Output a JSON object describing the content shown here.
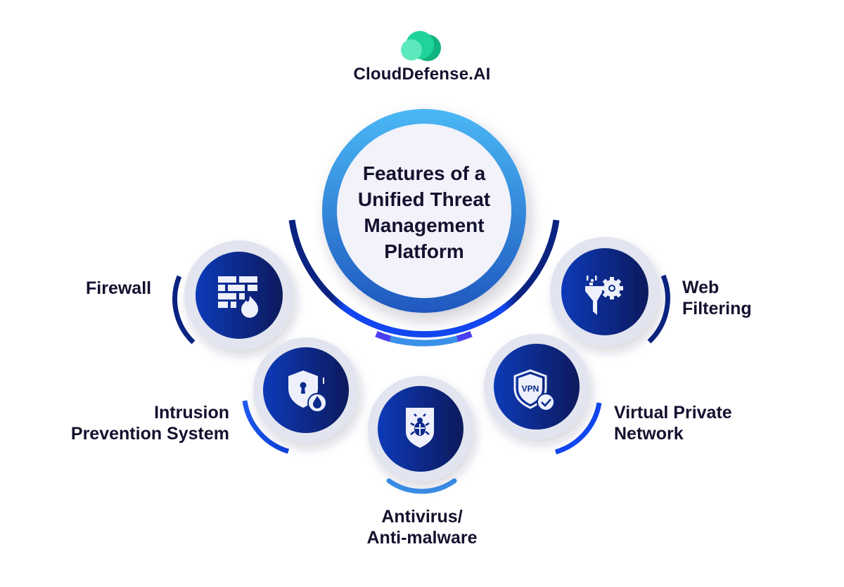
{
  "brand": {
    "name": "CloudDefense.AI",
    "logo_icon": "cloud-icon",
    "colors": {
      "cloud_light": "#5ee8bd",
      "cloud_mid": "#1fd39b",
      "cloud_dark": "#12b27f",
      "text": "#14112e"
    }
  },
  "center": {
    "title_lines": [
      "Features of a",
      "Unified Threat",
      "Management",
      "Platform"
    ],
    "colors": {
      "ring_top": "#4ab8f5",
      "ring_bottom": "#2563c9",
      "fill": "#f1f2fa"
    }
  },
  "features": [
    {
      "id": "firewall",
      "label_lines": [
        "Firewall"
      ],
      "icon": "firewall-icon"
    },
    {
      "id": "web-filtering",
      "label_lines": [
        "Web",
        "Filtering"
      ],
      "icon": "web-filter-icon"
    },
    {
      "id": "intrusion-prevention",
      "label_lines": [
        "Intrusion",
        "Prevention System"
      ],
      "icon": "shield-keyhole-fire-icon"
    },
    {
      "id": "vpn",
      "label_lines": [
        "Virtual Private",
        "Network"
      ],
      "icon": "vpn-shield-icon",
      "icon_text": "VPN"
    },
    {
      "id": "antivirus",
      "label_lines": [
        "Antivirus/",
        "Anti-malware"
      ],
      "icon": "bug-shield-icon"
    }
  ],
  "colors": {
    "node_dark": "#0a1a5c",
    "node_bright": "#0a3ab8",
    "node_ring": "#e2e4ef",
    "arc_navy": "#0b2380",
    "arc_blue": "#1146f0",
    "arc_sky": "#3a8fe8",
    "arc_violet": "#4a3ff0"
  }
}
